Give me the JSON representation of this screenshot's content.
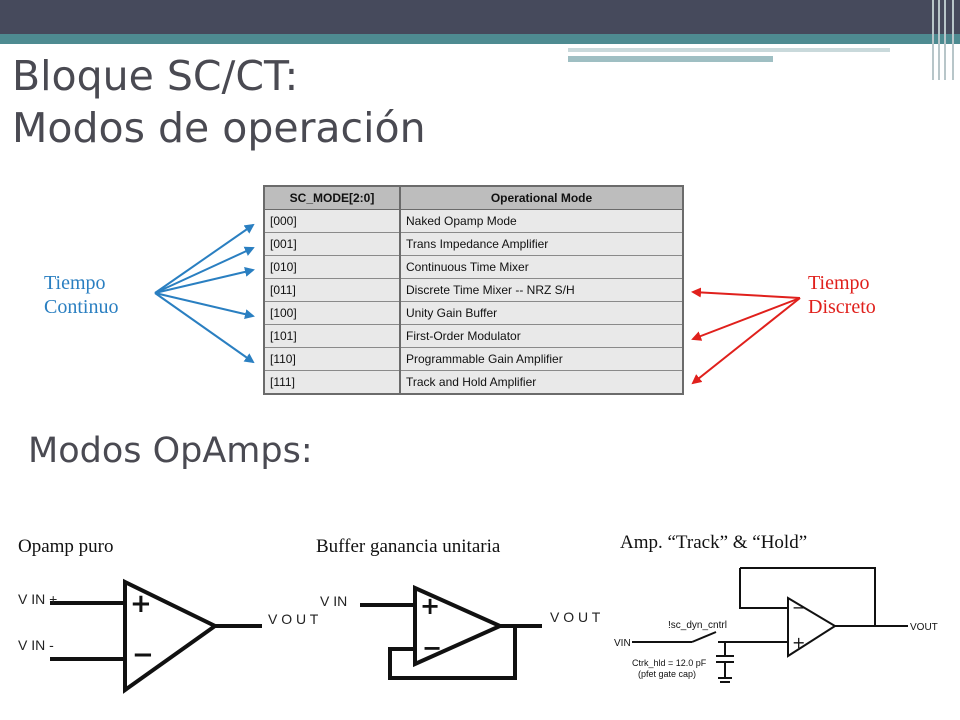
{
  "slide": {
    "title_line1": "Bloque SC/CT:",
    "title_line2": "Modos de operación",
    "subtitle": "Modos OpAmps:",
    "left_label": [
      "Tiempo",
      "Continuo"
    ],
    "right_label": [
      "Tiempo",
      "Discreto"
    ],
    "colors": {
      "top_bar": "#464a5c",
      "accent": "#4e8b91",
      "continuous": "#2a7fc1",
      "discrete": "#e0201c"
    }
  },
  "table": {
    "headers": [
      "SC_MODE[2:0]",
      "Operational Mode"
    ],
    "rows": [
      [
        "[000]",
        "Naked Opamp Mode"
      ],
      [
        "[001]",
        "Trans Impedance Amplifier"
      ],
      [
        "[010]",
        "Continuous Time Mixer"
      ],
      [
        "[011]",
        "Discrete Time Mixer -- NRZ S/H"
      ],
      [
        "[100]",
        "Unity Gain Buffer"
      ],
      [
        "[101]",
        "First-Order Modulator"
      ],
      [
        "[110]",
        "Programmable Gain Amplifier"
      ],
      [
        "[111]",
        "Track and Hold Amplifier"
      ]
    ]
  },
  "diagrams": {
    "opamp_label": "Opamp puro",
    "buffer_label": "Buffer ganancia unitaria",
    "track_label": "Amp. “Track” & “Hold”",
    "opamp": {
      "in_plus": "V IN +",
      "in_minus": "V IN -",
      "out": "V O U T"
    },
    "buffer": {
      "in": "V IN",
      "out": "V O U T"
    },
    "track": {
      "switch": "!sc_dyn_cntrl",
      "cap1": "Ctrk_hld = 12.0 pF",
      "cap2": "(pfet gate cap)",
      "in": "VIN",
      "out": "VOUT"
    }
  }
}
